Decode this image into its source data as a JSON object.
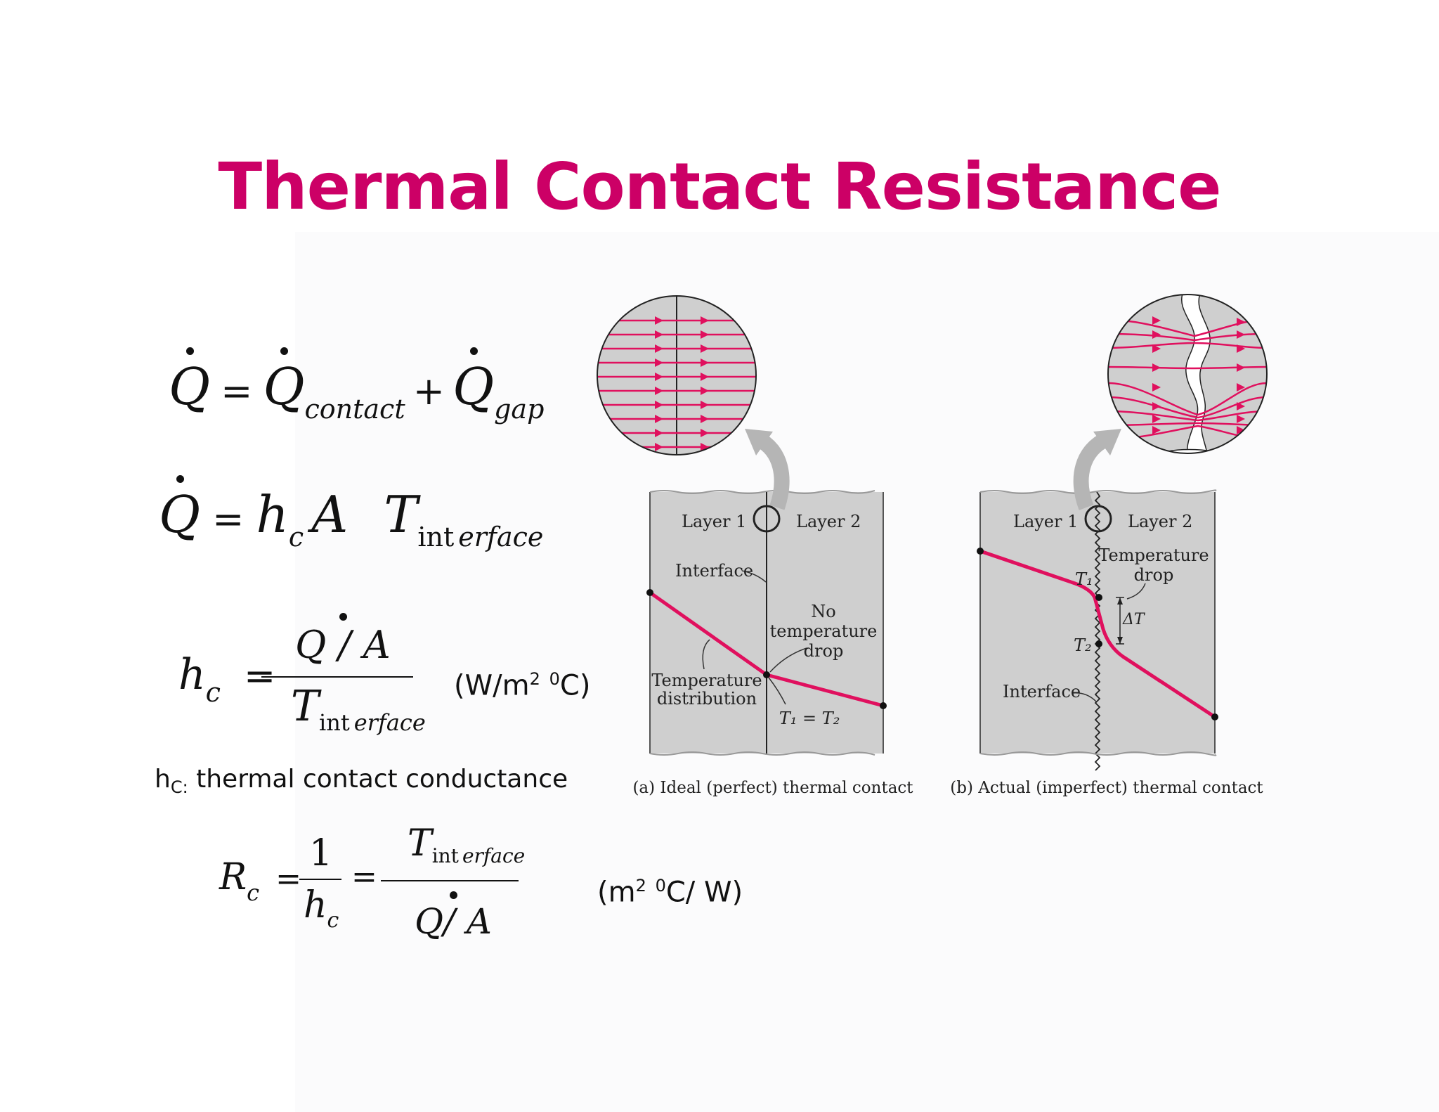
{
  "slide": {
    "title": "Thermal Contact Resistance"
  },
  "equations": {
    "eq1": {
      "Q": "Q",
      "equals": "=",
      "contact_sub": "contact",
      "plus": "+",
      "gap_sub": "gap"
    },
    "eq2": {
      "Q": "Q",
      "equals": "=",
      "h": "h",
      "c": "c",
      "A": "A",
      "T": "T",
      "int": "int",
      "erface": "erface"
    },
    "eq3": {
      "h": "h",
      "c": "c",
      "equals": "=",
      "num": "Q / A",
      "T": "T",
      "int": "int",
      "erface": "erface",
      "unit_pre": "(W/m",
      "unit_sup1": "2",
      "unit_mid": " ",
      "unit_sup2": "0",
      "unit_post": "C)"
    },
    "eq4": {
      "R": "R",
      "c": "c",
      "equals1": "=",
      "one": "1",
      "h": "h",
      "c2": "c",
      "equals2": "=",
      "T": "T",
      "int": "int",
      "erface": "erface",
      "den": "Q/ A",
      "unit_pre": "(m",
      "unit_sup1": "2",
      "unit_mid": " ",
      "unit_sup2": "0",
      "unit_post": "C/ W)"
    }
  },
  "note": {
    "h": "h",
    "sub": "C:",
    "text": " thermal contact conductance"
  },
  "figure_a": {
    "layer1": "Layer 1",
    "layer2": "Layer 2",
    "interface": "Interface",
    "no_temp_1": "No",
    "no_temp_2": "temperature",
    "no_temp_3": "drop",
    "temp_dist_1": "Temperature",
    "temp_dist_2": "distribution",
    "t_equal": "T₁ = T₂",
    "caption": "(a) Ideal (perfect) thermal contact"
  },
  "figure_b": {
    "layer1": "Layer 1",
    "layer2": "Layer 2",
    "temp_drop_1": "Temperature",
    "temp_drop_2": "drop",
    "t1": "T₁",
    "t2": "T₂",
    "delta_t": "ΔT",
    "interface": "Interface",
    "caption": "(b) Actual (imperfect) thermal contact"
  },
  "colors": {
    "accent": "#cc0066",
    "line": "#e0105e",
    "panel": "#cfcfcf",
    "arrow": "#b5b5b5"
  }
}
